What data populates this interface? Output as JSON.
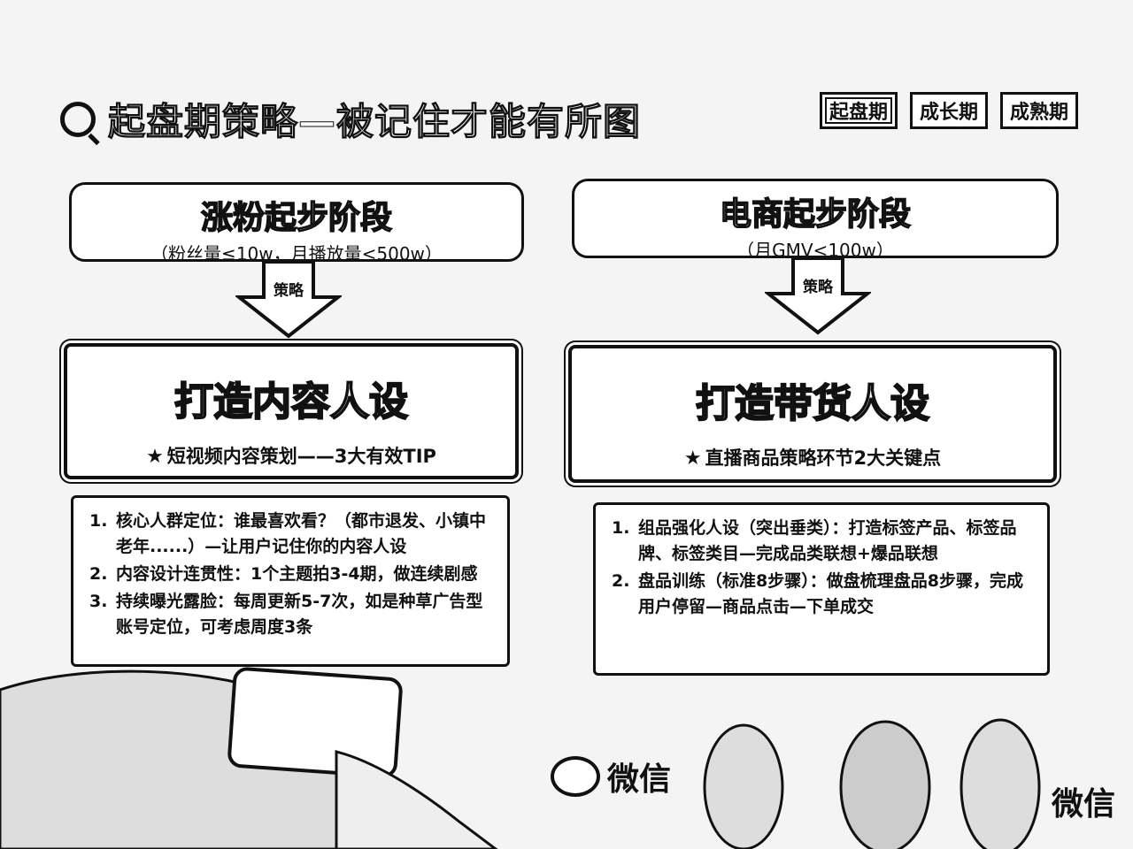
{
  "title": "起盘期策略—被记住才能有所图",
  "stage_tags": [
    "起盘期",
    "成长期",
    "成熟期"
  ],
  "left": {
    "phase_title": "涨粉起步阶段",
    "phase_sub": "（粉丝量≤10w，月播放量<500w）",
    "arrow_label": "策略",
    "persona_title": "打造内容人设",
    "persona_sub": "短视频内容策划——3大有效TIP",
    "tips": [
      {
        "num": "1.",
        "text": "核心人群定位：谁最喜欢看？（都市退发、小镇中老年......）—让用户记住你的内容人设"
      },
      {
        "num": "2.",
        "text": "内容设计连贯性：1个主题拍3-4期，做连续剧感"
      },
      {
        "num": "3.",
        "text": "持续曝光露脸：每周更新5-7次，如是种草广告型账号定位，可考虑周度3条"
      }
    ]
  },
  "right": {
    "phase_title": "电商起步阶段",
    "phase_sub": "（月GMV<100w）",
    "arrow_label": "策略",
    "persona_title": "打造带货人设",
    "persona_sub": "直播商品策略环节2大关键点",
    "tips": [
      {
        "num": "1.",
        "text": "组品强化人设（突出垂类）：打造标签产品、标签品牌、标签类目—完成品类联想+爆品联想"
      },
      {
        "num": "2.",
        "text": "盘品训练（标准8步骤）：做盘梳理盘品8步骤，完成用户停留—商品点击—下单成交"
      }
    ]
  },
  "watermarks": [
    "微信",
    "微信"
  ]
}
